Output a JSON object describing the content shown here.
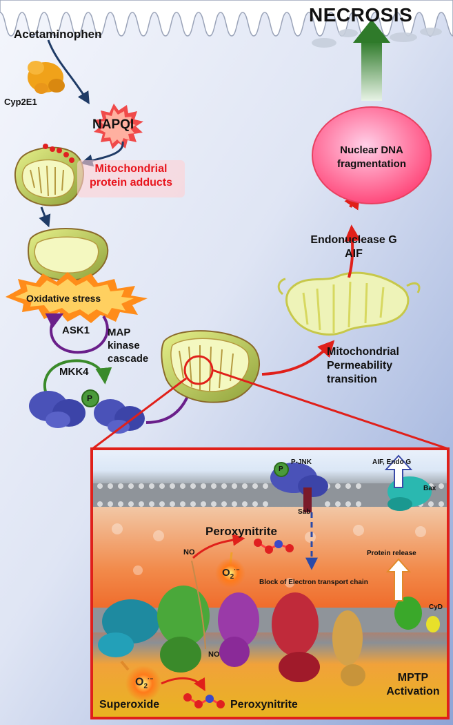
{
  "labels": {
    "acetaminophen": "Acetaminophen",
    "cyp2e1": "Cyp2E1",
    "napqi": "NAPQI",
    "adducts_line1": "Mitochondrial",
    "adducts_line2": "protein adducts",
    "oxidative_stress": "Oxidative stress",
    "ask1": "ASK1",
    "mkk4": "MKK4",
    "map_line1": "MAP",
    "map_line2": "kinase",
    "map_line3": "cascade",
    "p": "P",
    "necrosis": "NECROSIS",
    "dna_line1": "Nuclear DNA",
    "dna_line2": "fragmentation",
    "endo_line1": "Endonuclease G",
    "endo_line2": "AIF",
    "mpt_line1": "Mitochondrial",
    "mpt_line2": "Permeability",
    "mpt_line3": "transition"
  },
  "inset": {
    "pjnk": "P-JNK",
    "p": "P",
    "sab": "Sab",
    "aif_endog": "AIF, Endo G",
    "bax": "Bax",
    "peroxynitrite_top": "Peroxynitrite",
    "no_top": "NO",
    "o2": "O",
    "o2_sub": "2",
    "o2_sup": "·−",
    "block": "Block of Electron transport chain",
    "protein_release": "Protein release",
    "cyd": "CyD",
    "no_bottom": "NO",
    "superoxide": "Superoxide",
    "peroxynitrite_bottom": "Peroxynitrite",
    "mptp_line1": "MPTP",
    "mptp_line2": "Activation"
  },
  "colors": {
    "red_text": "#e8141c",
    "arrow_red": "#e0201a",
    "arrow_navy": "#1f3b66",
    "arrow_purple": "#6a1f8a",
    "arrow_green": "#3a8a2a",
    "necrosis_arrow": "#2f7a2a",
    "inset_border": "#e0201a",
    "background": "#b9c6e6"
  }
}
